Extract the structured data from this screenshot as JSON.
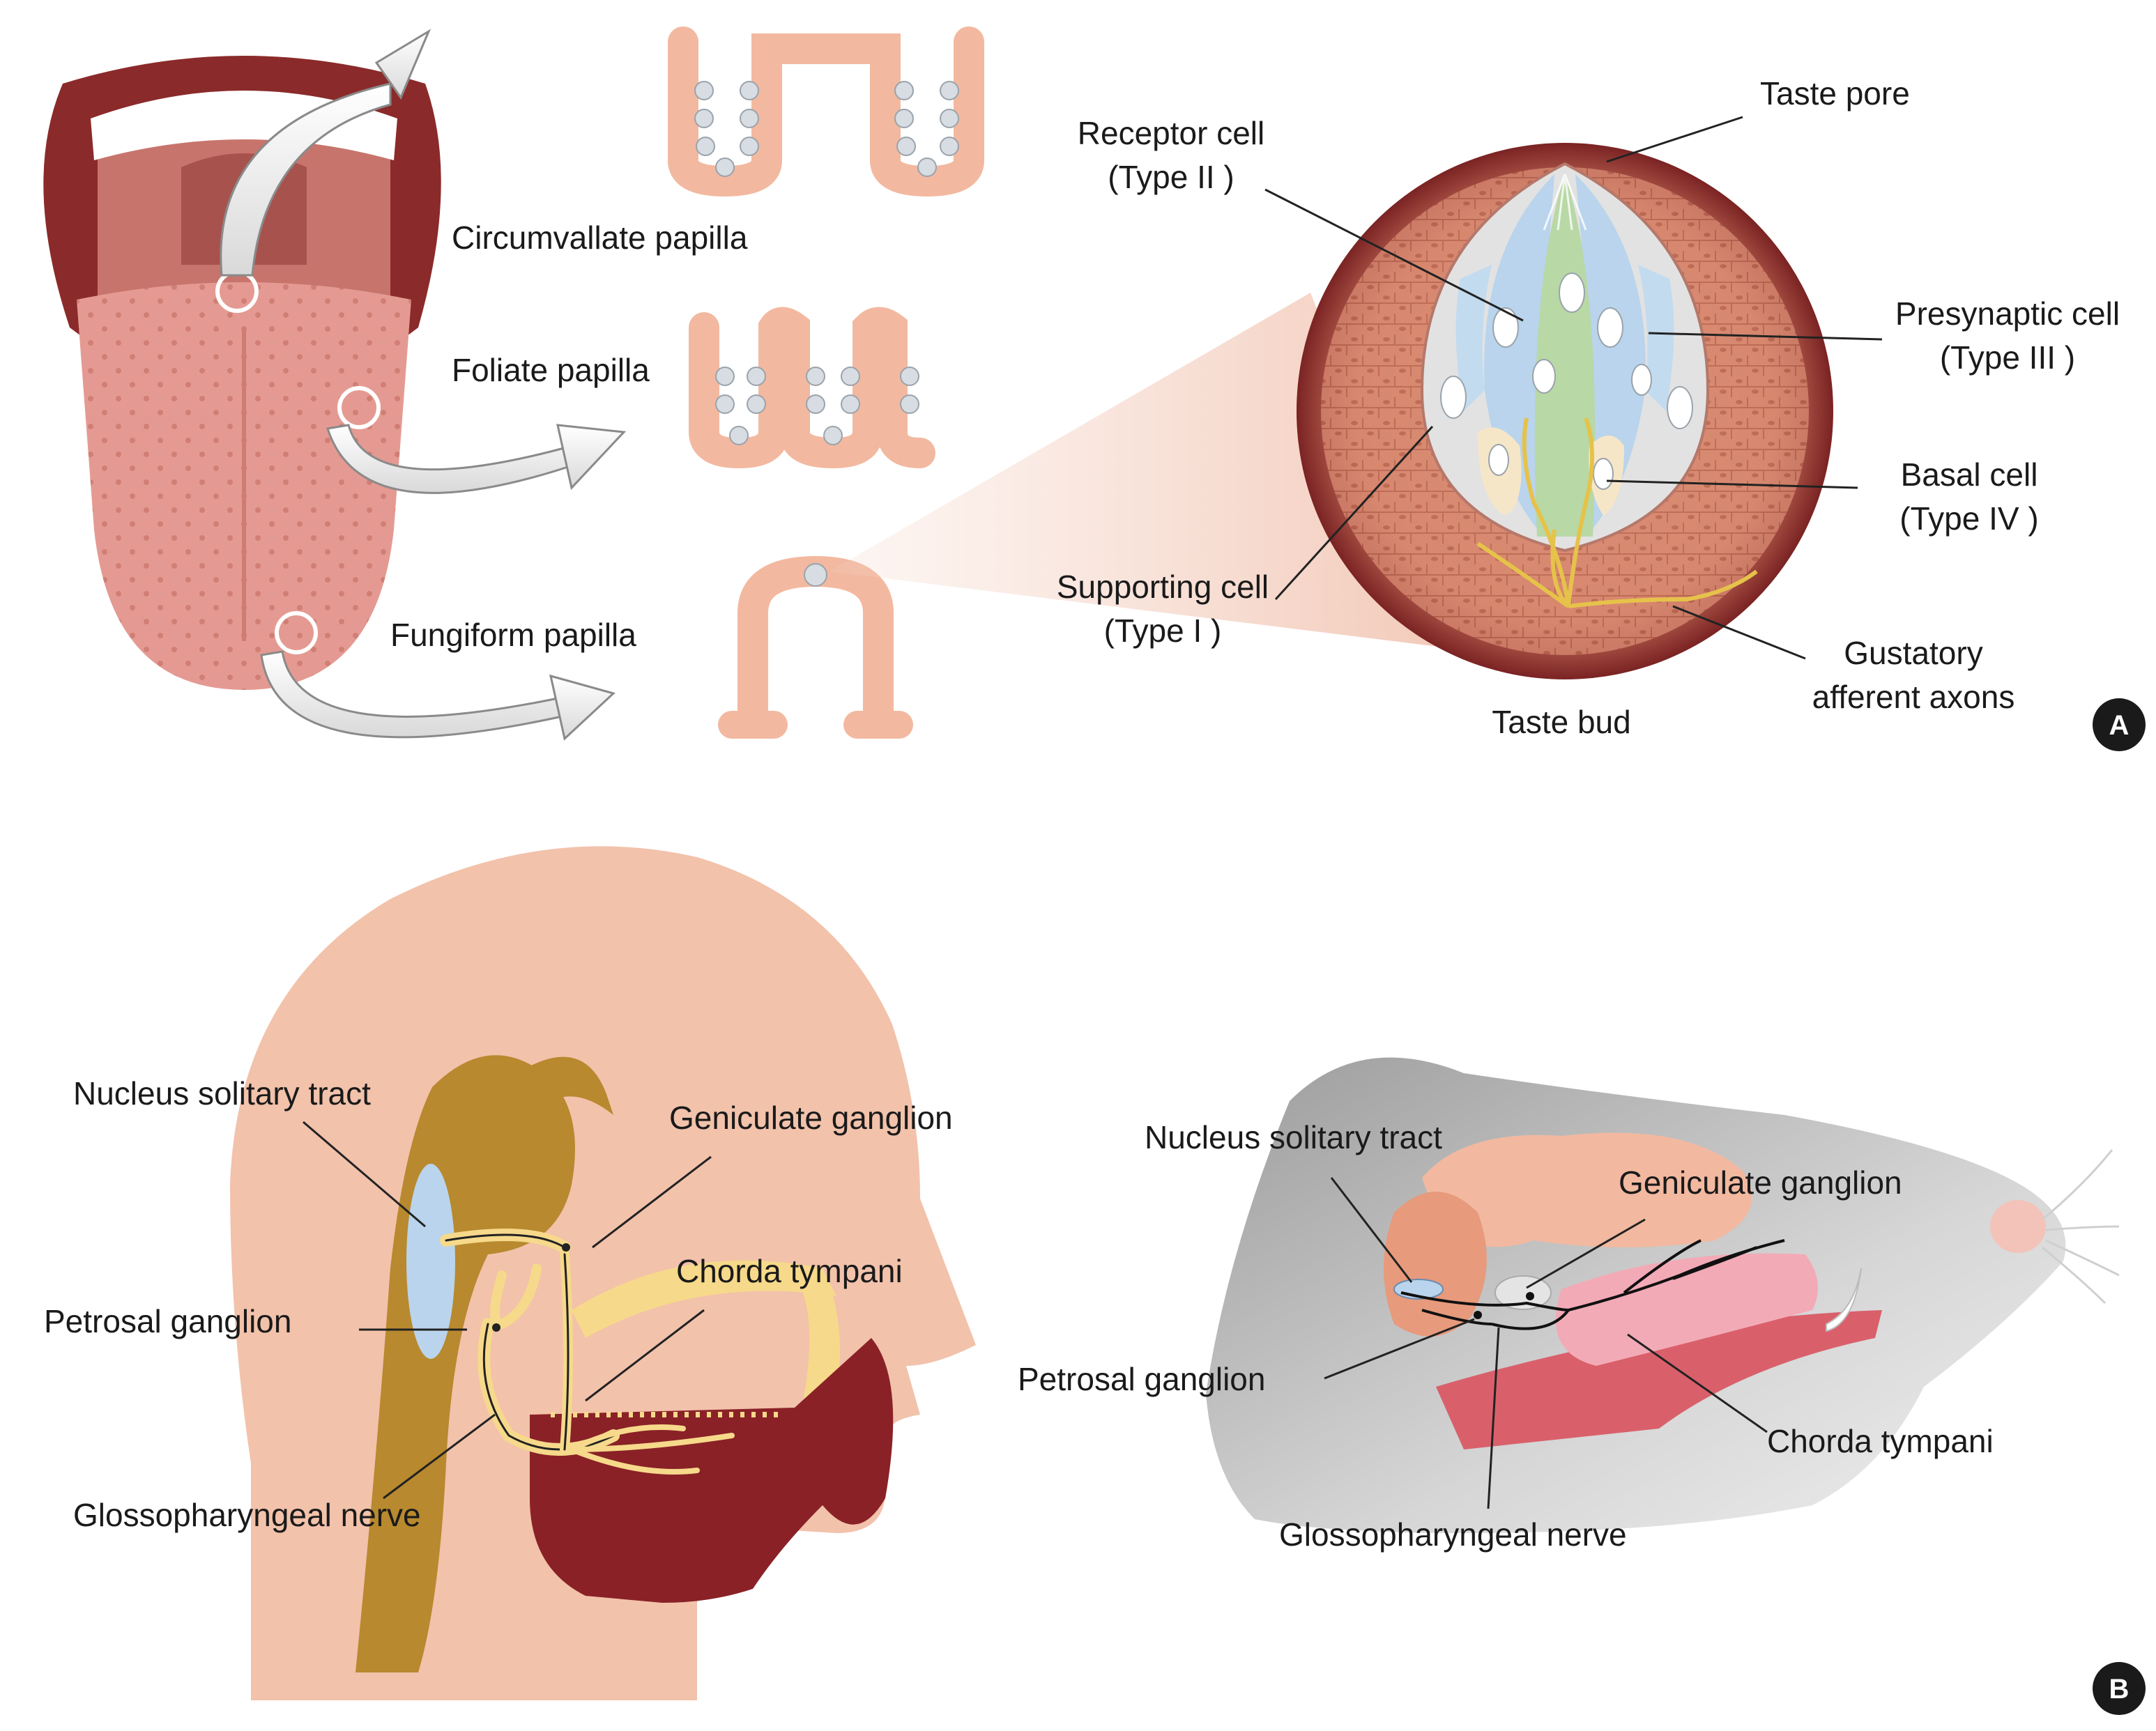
{
  "panel_a": {
    "badge": "A",
    "papillae": {
      "circumvallate": "Circumvallate papilla",
      "foliate": "Foliate papilla",
      "fungiform": "Fungiform papilla"
    },
    "taste_bud": {
      "title": "Taste bud",
      "taste_pore": "Taste pore",
      "receptor_cell": [
        "Receptor cell",
        "(Type II )"
      ],
      "presynaptic_cell": [
        "Presynaptic cell",
        "(Type III )"
      ],
      "basal_cell": [
        "Basal cell",
        "(Type IV )"
      ],
      "supporting_cell": [
        "Supporting cell",
        "(Type I )"
      ],
      "afferent_axons": [
        "Gustatory",
        "afferent axons"
      ]
    }
  },
  "panel_b": {
    "badge": "B",
    "human": {
      "nucleus_solitary_tract": "Nucleus solitary tract",
      "geniculate_ganglion": "Geniculate ganglion",
      "chorda_tympani": "Chorda tympani",
      "petrosal_ganglion": "Petrosal ganglion",
      "glossopharyngeal_nerve": "Glossopharyngeal nerve"
    },
    "rodent": {
      "nucleus_solitary_tract": "Nucleus solitary tract",
      "geniculate_ganglion": "Geniculate ganglion",
      "petrosal_ganglion": "Petrosal ganglion",
      "chorda_tympani": "Chorda tympani",
      "glossopharyngeal_nerve": "Glossopharyngeal nerve"
    }
  },
  "colors": {
    "lip": "#8b2a2a",
    "tongue": "#e49a92",
    "papilla": "#f2b9a0",
    "skin": "#f2c2ab",
    "brain_stem": "#b8892e",
    "nerve": "#f6d98a",
    "mouth_dark": "#8a2127",
    "bud_blue": "#b9d4ec",
    "bud_green": "#b8d8a6",
    "badge": "#1a1a1a"
  }
}
